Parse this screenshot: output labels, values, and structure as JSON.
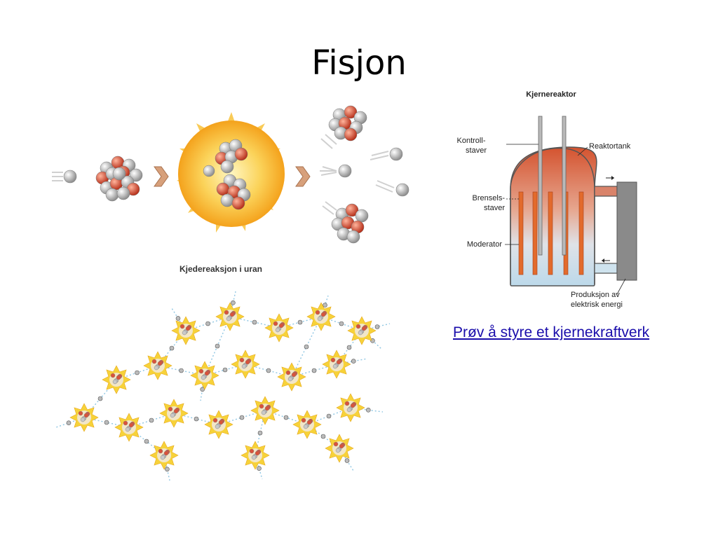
{
  "slide": {
    "title": "Fisjon",
    "link_text": "Prøv å styre et kjernekraftverk"
  },
  "chain_reaction": {
    "caption": "Kjedereaksjon i uran"
  },
  "reactor": {
    "title": "Kjernereaktor",
    "labels": {
      "control_rods": [
        "Kontroll-",
        "staver"
      ],
      "tank": "Reaktortank",
      "fuel_rods": [
        "Brensels-",
        "staver"
      ],
      "moderator": "Moderator",
      "production": [
        "Produksjon av",
        "elektrisk energi"
      ]
    }
  },
  "colors": {
    "proton": "#d9533b",
    "neutron": "#c9c9c9",
    "flash": "#f7b12a",
    "arrow": "#d7a07b",
    "link": "#1a0dab"
  }
}
